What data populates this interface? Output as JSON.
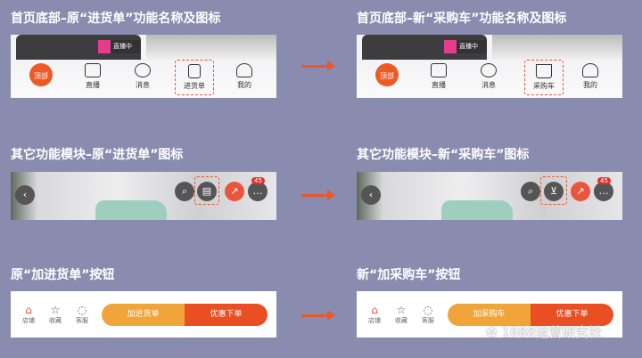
{
  "row1": {
    "left_title": "首页底部–原“进货单”功能名称及图标",
    "right_title": "首页底部–新“采购车”功能名称及图标",
    "live_badge": "直播中",
    "tabs": {
      "top": "顶部",
      "live": "直播",
      "messages": "消息",
      "cart_old": "进货单",
      "cart_new": "采购车",
      "mine": "我的"
    }
  },
  "row2": {
    "left_title": "其它功能模块–原“进货单”图标",
    "right_title": "其它功能模块–新“采购车”图标",
    "badge_count": "45"
  },
  "row3": {
    "left_title": "原“加进货单”按钮",
    "right_title": "新“加采购车”按钮",
    "shop": "店铺",
    "favorite": "收藏",
    "service": "客服",
    "add_old": "加进货单",
    "add_new": "加采购车",
    "buy": "优惠下单"
  },
  "watermark": "1688运营研究社",
  "colors": {
    "background": "#898cae",
    "accent": "#e8572e",
    "add_button": "#f0a43a",
    "buy_button": "#e94f22"
  }
}
